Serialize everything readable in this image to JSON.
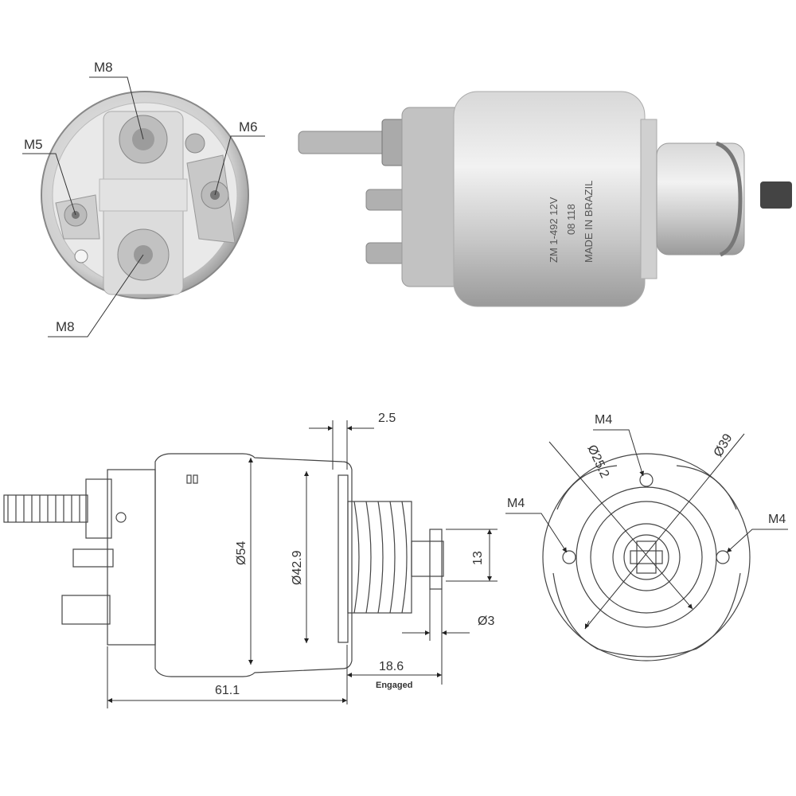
{
  "end_view_photo": {
    "labels": {
      "top_terminal": "M8",
      "left_terminal": "M5",
      "right_terminal": "M6",
      "bottom_terminal": "M8"
    }
  },
  "side_photo": {
    "markings": [
      "ZM 1-492 12V",
      "08 118",
      "MADE IN BRAZIL"
    ]
  },
  "side_drawing": {
    "dims": {
      "flange_gap": "2.5",
      "body_diameter": "Ø54",
      "flange_diameter": "Ø42.9",
      "plunger_width": "13",
      "pin_diameter": "Ø3",
      "plunger_travel": "18.6",
      "plunger_travel_note": "Engaged",
      "overall_length": "61.1"
    }
  },
  "front_drawing": {
    "dims": {
      "hole_top": "M4",
      "hole_left": "M4",
      "hole_right": "M4",
      "inner_diameter": "Ø25.2",
      "bolt_circle": "Ø39"
    }
  }
}
